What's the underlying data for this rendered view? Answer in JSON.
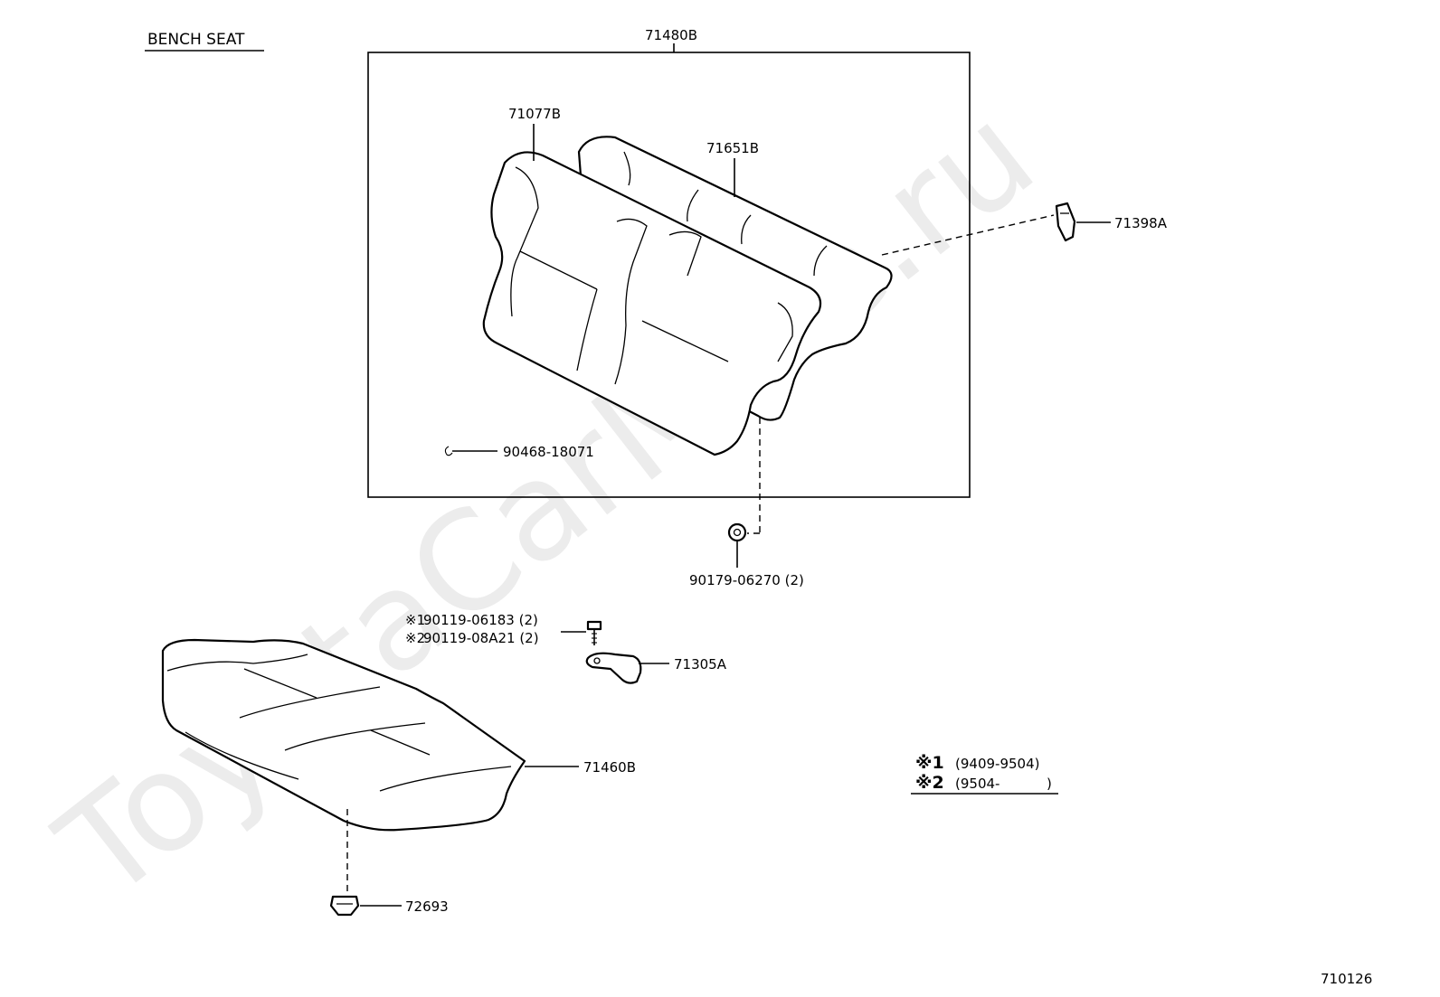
{
  "diagram": {
    "title": "BENCH SEAT",
    "page_code": "710126",
    "watermark": "ToyotaCarMine.ru",
    "parts": {
      "seatback_assy": "71480B",
      "seatback_cover": "71077B",
      "seatback_pad": "71651B",
      "hook": "71398A",
      "hog_ring": "90468-18071",
      "nut": "90179-06270 (2)",
      "bolt_1": "90119-06183 (2)",
      "bolt_2": "90119-08A21 (2)",
      "bolt_1_mark": "※1",
      "bolt_2_mark": "※2",
      "bracket": "71305A",
      "cushion_assy": "71460B",
      "clip": "72693"
    },
    "legend": [
      {
        "mark": "※1",
        "range": "(9409-9504)"
      },
      {
        "mark": "※2",
        "range": "(9504-"
      }
    ],
    "legend_close": ")"
  }
}
